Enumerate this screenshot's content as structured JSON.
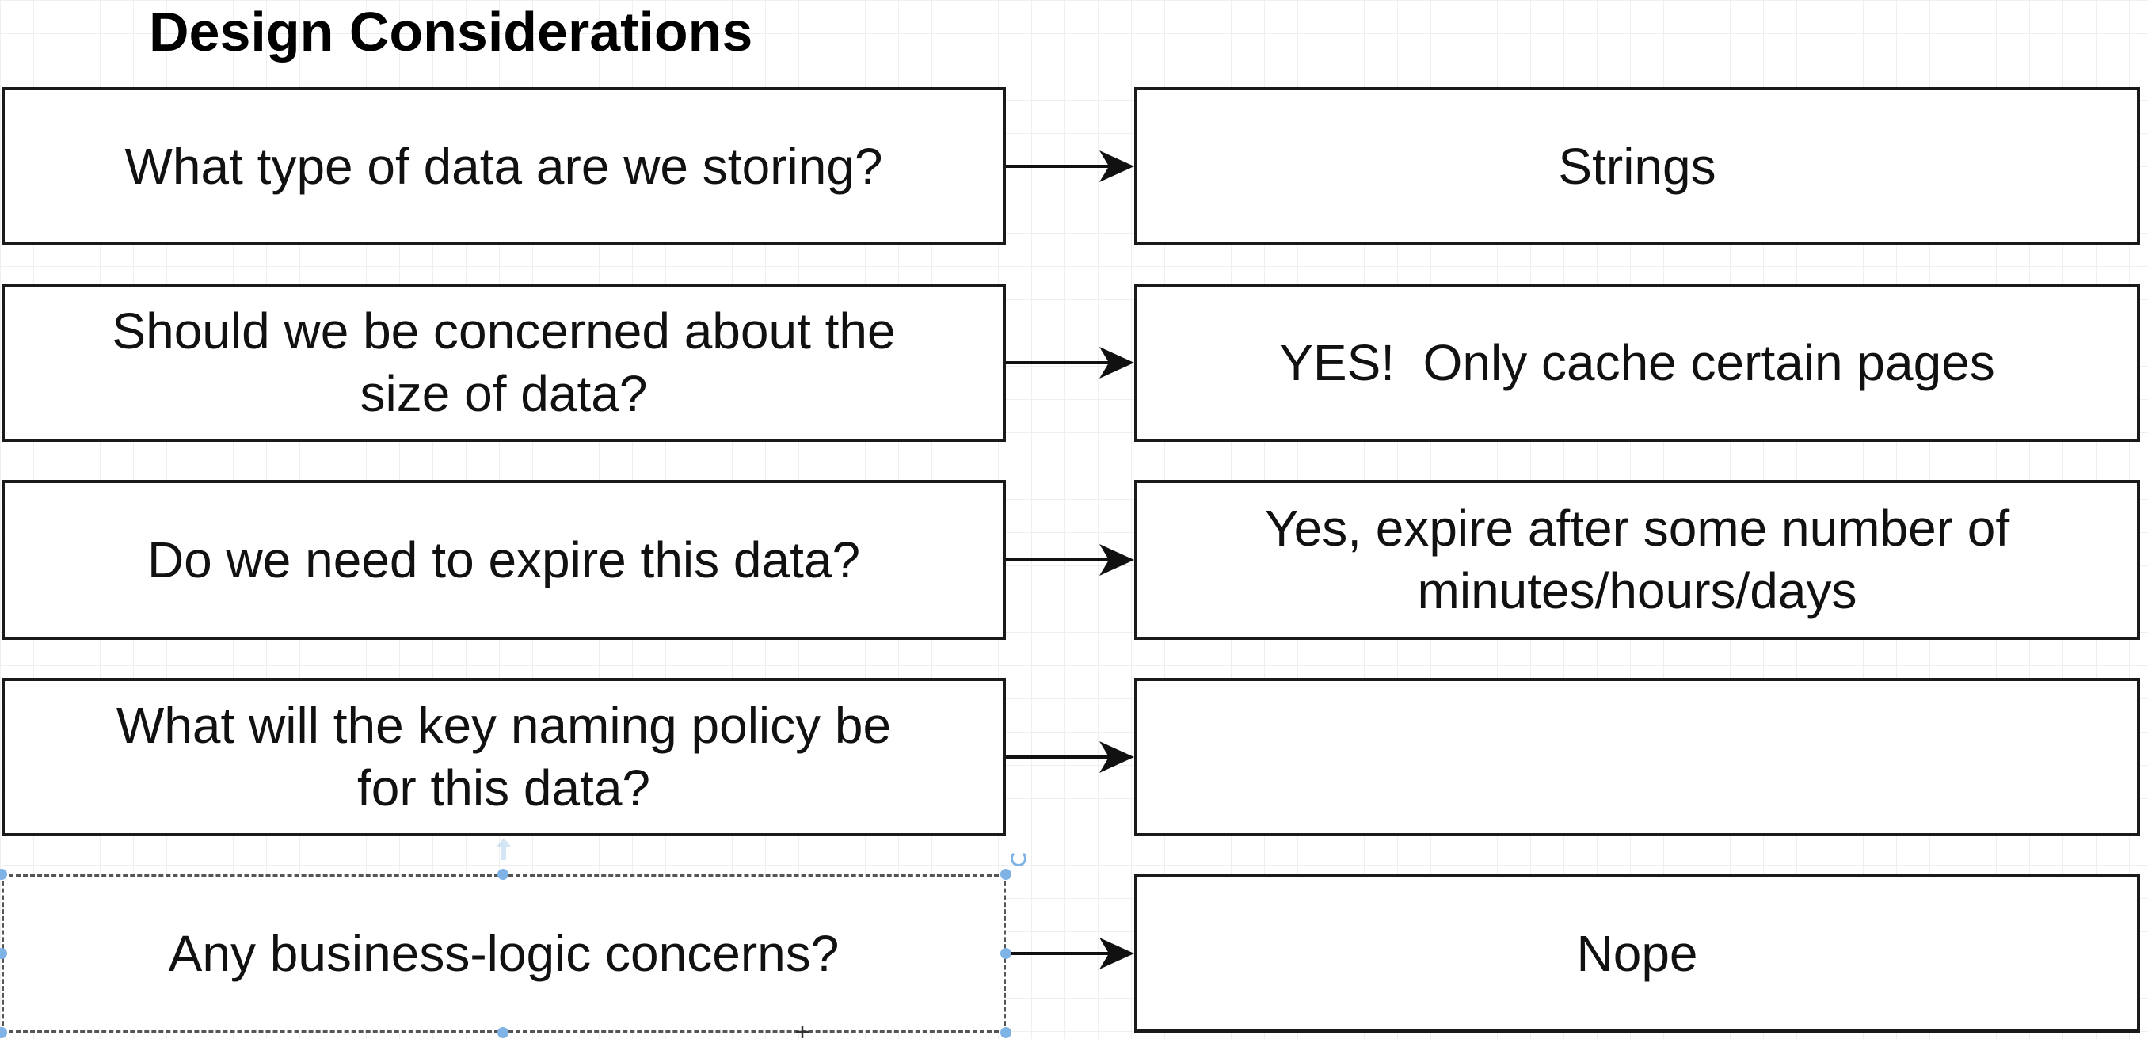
{
  "diagram": {
    "title": "Design Considerations",
    "rows": [
      {
        "question": [
          "What type of data are we storing?"
        ],
        "answer": [
          "Strings"
        ]
      },
      {
        "question": [
          "Should we be concerned about the",
          "size of data?"
        ],
        "answer": [
          "YES!  Only cache certain pages"
        ]
      },
      {
        "question": [
          "Do we need to expire this data?"
        ],
        "answer": [
          "Yes, expire after some number of",
          "minutes/hours/days"
        ]
      },
      {
        "question": [
          "What will the key naming policy be",
          "for this data?"
        ],
        "answer": []
      },
      {
        "question": [
          "Any business-logic concerns?"
        ],
        "answer": [
          "Nope"
        ]
      }
    ]
  },
  "editor": {
    "selected_row": 5,
    "handle_color": "#7fb2e5"
  }
}
